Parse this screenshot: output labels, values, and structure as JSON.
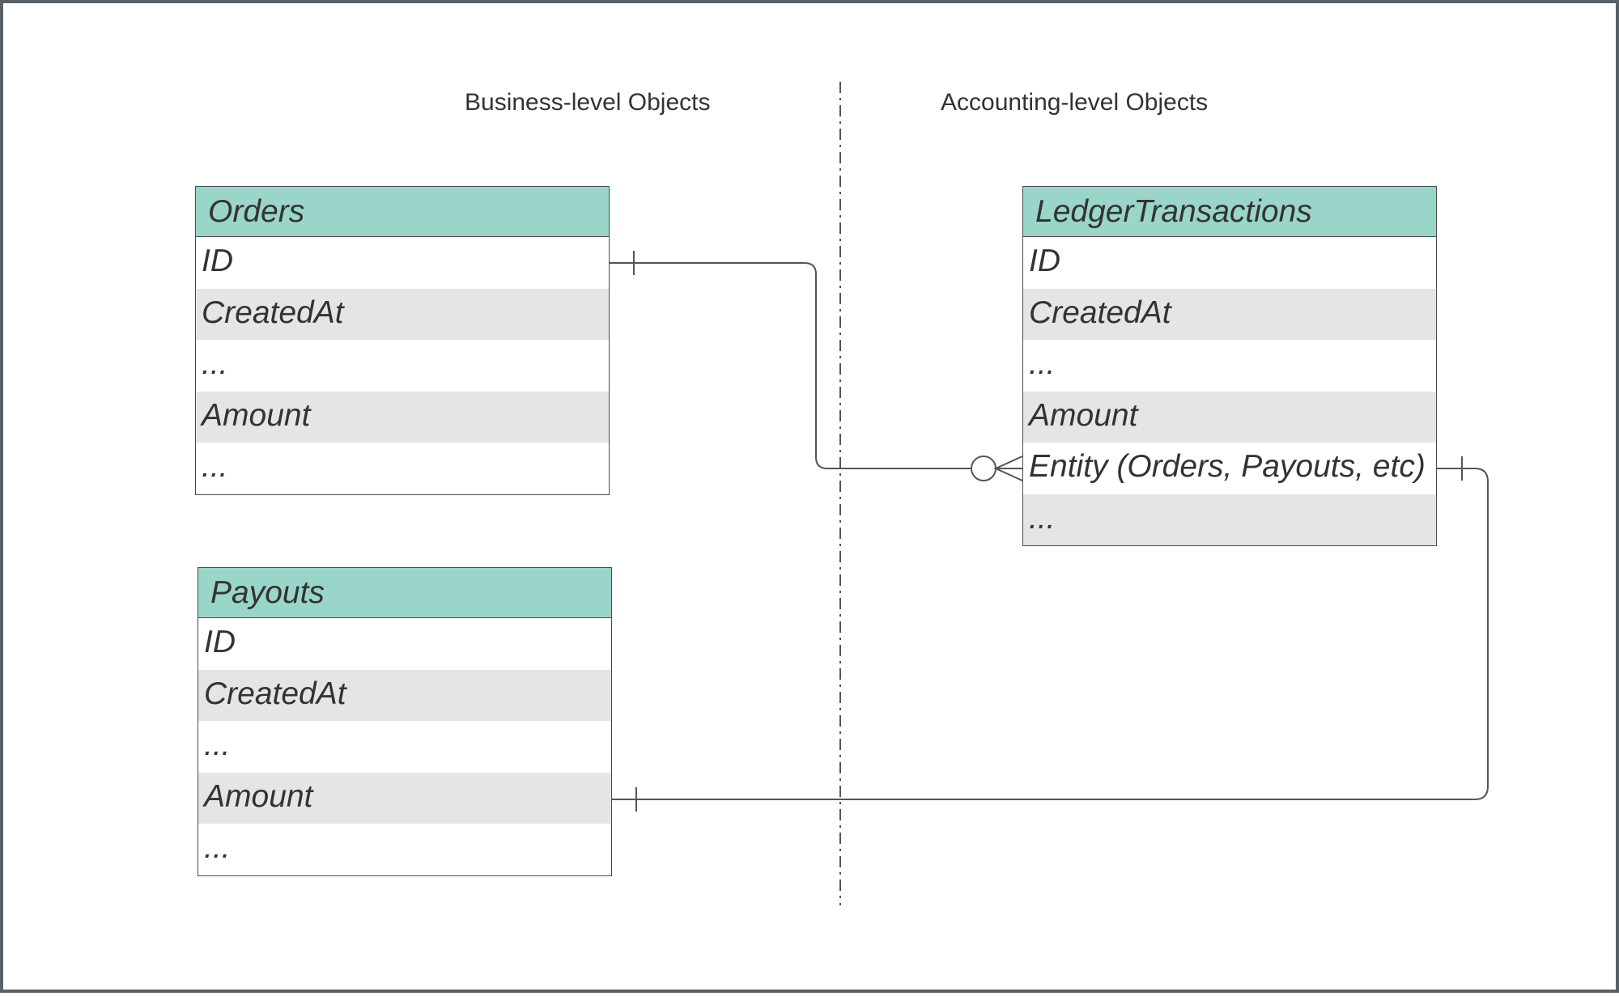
{
  "sections": {
    "business_label": "Business-level Objects",
    "accounting_label": "Accounting-level Objects"
  },
  "entities": {
    "orders": {
      "title": "Orders",
      "rows": [
        "ID",
        "CreatedAt",
        "...",
        "Amount",
        "..."
      ]
    },
    "payouts": {
      "title": "Payouts",
      "rows": [
        "ID",
        "CreatedAt",
        "...",
        "Amount",
        "..."
      ]
    },
    "ledger": {
      "title": "LedgerTransactions",
      "rows": [
        "ID",
        "CreatedAt",
        "...",
        "Amount",
        "Entity (Orders, Payouts, etc)",
        "..."
      ]
    }
  },
  "relationships": [
    {
      "from": "Orders.ID",
      "to": "LedgerTransactions.Entity",
      "from_cardinality": "one",
      "to_cardinality": "zero-or-many"
    },
    {
      "from": "Payouts.Amount",
      "to": "LedgerTransactions.Entity",
      "from_cardinality": "one",
      "to_cardinality": "one"
    }
  ],
  "colors": {
    "header_fill": "#9ad5ca",
    "row_shade": "#e5e5e5",
    "line": "#555555",
    "frame": "#586168"
  }
}
